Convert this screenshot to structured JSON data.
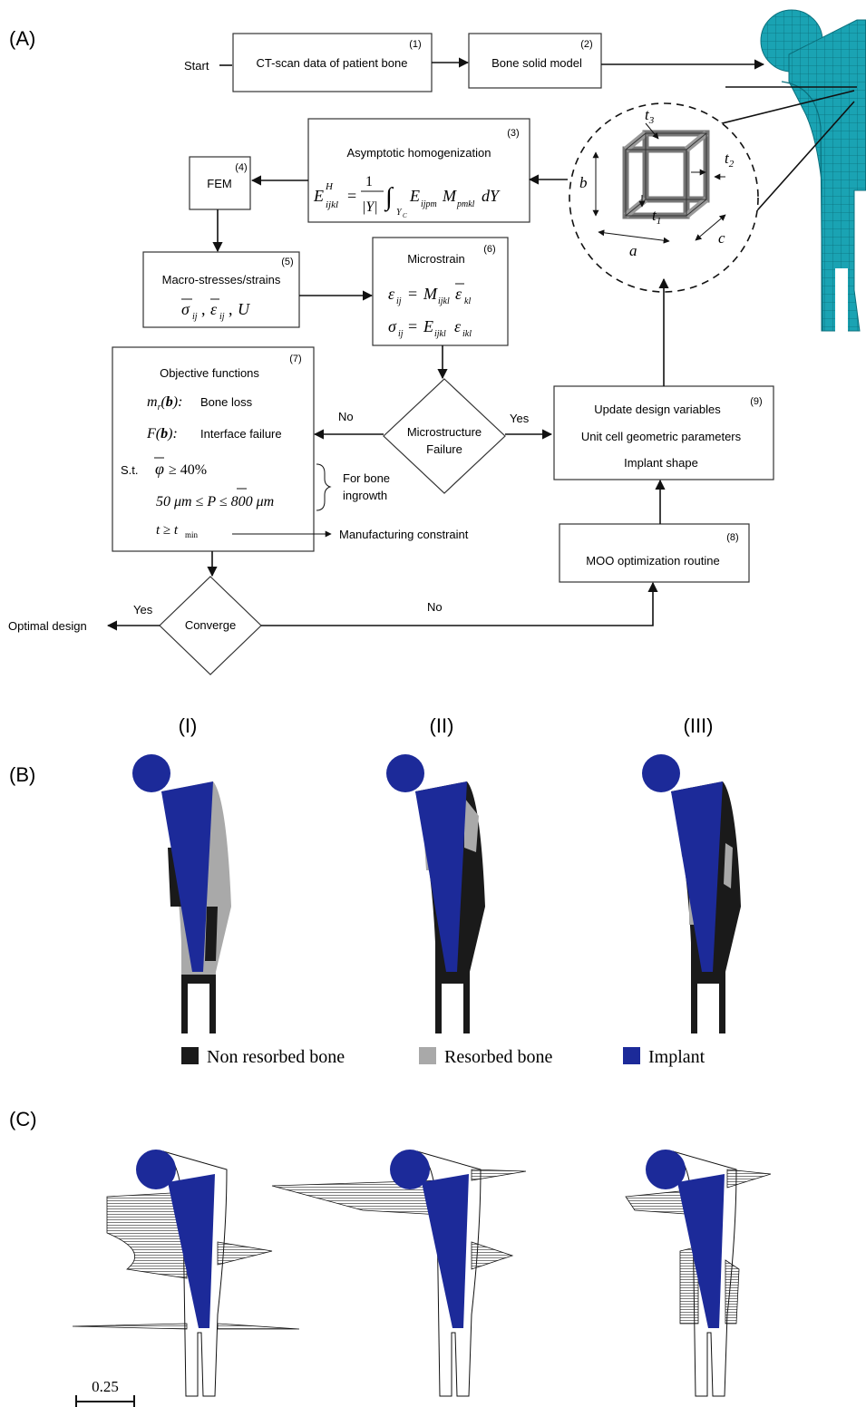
{
  "colors": {
    "implant": "#1c2a99",
    "bone_dark": "#1a1a1a",
    "bone_light": "#a9a9a9",
    "mesh": "#1aa3b3",
    "line": "#111111"
  },
  "panel_labels": {
    "a": "(A)",
    "b": "(B)",
    "c": "(C)"
  },
  "flow": {
    "start": "Start",
    "b1": {
      "num": "(1)",
      "text": "CT-scan data of patient bone"
    },
    "b2": {
      "num": "(2)",
      "text": "Bone solid model"
    },
    "b3": {
      "num": "(3)",
      "title": "Asymptotic homogenization"
    },
    "b4": {
      "num": "(4)",
      "text": "FEM"
    },
    "b5": {
      "num": "(5)",
      "title": "Macro-stresses/strains"
    },
    "b6": {
      "num": "(6)",
      "title": "Microstrain"
    },
    "b7": {
      "num": "(7)",
      "title": "Objective functions",
      "f1": "Bone loss",
      "f2": "Interface failure",
      "st": "S.t.",
      "phi": "≥ 40%",
      "pore": "50 μm ≤ P ≤ 800 μm",
      "tmin": "t ≥ t",
      "tmin_sub": "min"
    },
    "b8": {
      "num": "(8)",
      "text": "MOO optimization routine"
    },
    "b9": {
      "num": "(9)",
      "l1": "Update design variables",
      "l2": "Unit cell geometric parameters",
      "l3": "Implant shape"
    },
    "decision1": {
      "l1": "Microstructure",
      "l2": "Failure"
    },
    "decision2": "Converge",
    "no1": "No",
    "yes1": "Yes",
    "yes2": "Yes",
    "no2": "No",
    "optimal": "Optimal design",
    "ingrowth_l1": "For bone",
    "ingrowth_l2": "ingrowth",
    "manufacturing": "Manufacturing constraint",
    "cell_labels": {
      "a": "a",
      "b": "b",
      "c": "c",
      "t1": "t",
      "t2": "t",
      "t3": "t",
      "s1": "1",
      "s2": "2",
      "s3": "3"
    }
  },
  "panel_b": {
    "columns": [
      "(I)",
      "(II)",
      "(III)"
    ],
    "legend": [
      "Non resorbed bone",
      "Resorbed bone",
      "Implant"
    ]
  },
  "panel_c": {
    "scale": "0.25"
  }
}
